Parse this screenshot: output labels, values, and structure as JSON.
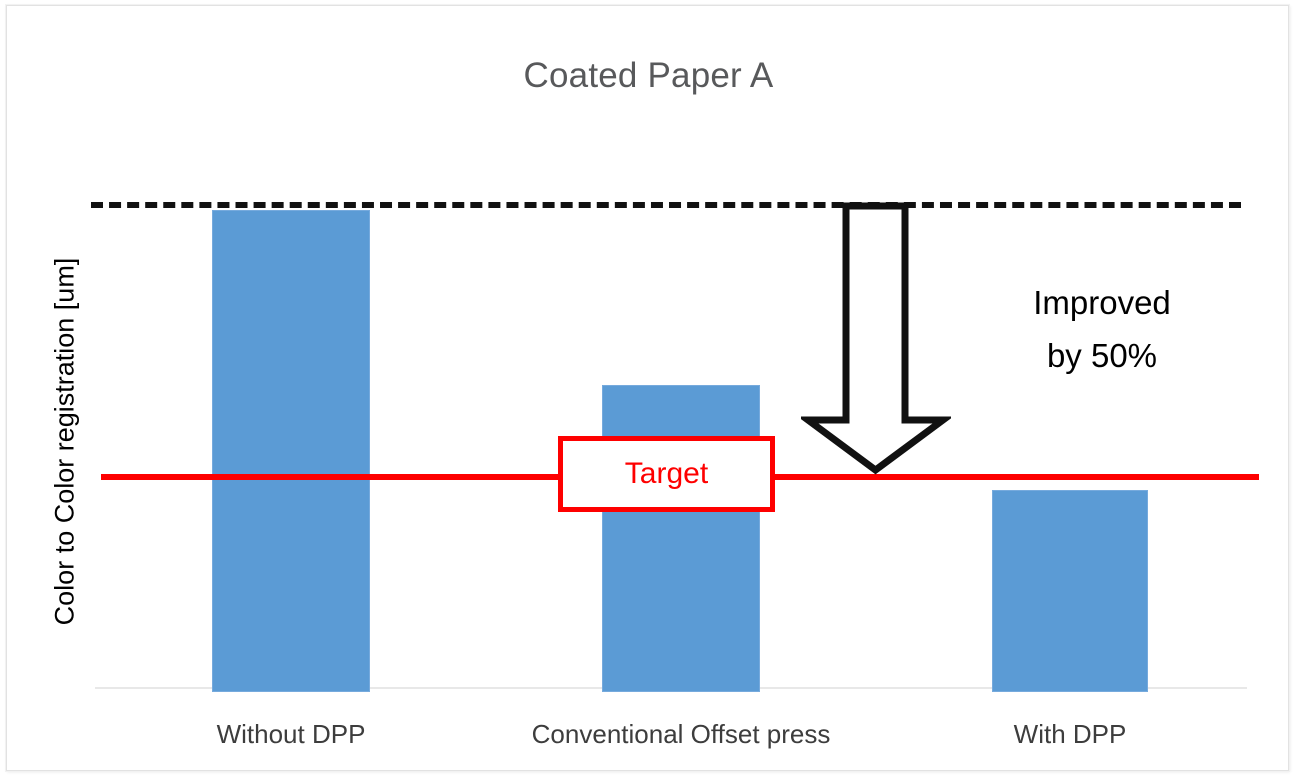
{
  "chart_data": {
    "type": "bar",
    "title": "Coated Paper A",
    "xlabel": "",
    "ylabel": "Color to Color registration [um]",
    "categories": [
      "Without DPP",
      "Conventional Offset press",
      "With DPP"
    ],
    "values": [
      100,
      63.5,
      41.8
    ],
    "ylim": [
      0,
      105
    ],
    "grid": false,
    "legend": "none",
    "series": [
      {
        "name": "Color to Color registration",
        "values": [
          100,
          63.5,
          41.8
        ],
        "color": "#5b9bd5"
      }
    ],
    "reference_lines": [
      {
        "name": "baseline-dashed",
        "value": 100,
        "style": "dashed",
        "color": "#111111"
      },
      {
        "name": "target",
        "value": 50,
        "style": "solid",
        "color": "#fe0000",
        "label": "Target"
      }
    ],
    "annotations": [
      {
        "name": "improvement-note",
        "text_lines": [
          "Improved",
          "by 50%"
        ],
        "color": "#000000"
      },
      {
        "name": "improvement-arrow",
        "direction": "down",
        "from_value": 100,
        "to_value": 50
      }
    ]
  },
  "chart": {
    "title": "Coated Paper A",
    "y_axis_label": "Color to Color registration [um]",
    "categories": [
      {
        "label": "Without DPP"
      },
      {
        "label": "Conventional Offset press"
      },
      {
        "label": "With DPP"
      }
    ],
    "target_box_label": "Target",
    "annotation": {
      "line1": "Improved",
      "line2": "by 50%"
    }
  },
  "colors": {
    "bar_fill": "#5b9bd5",
    "bar_stroke": "#76aadd",
    "target_red": "#fe0000",
    "dashed_black": "#111111",
    "title_gray": "#58595b",
    "axis_text": "#3d3d3d",
    "baseline_gray": "#e8e8e8"
  }
}
